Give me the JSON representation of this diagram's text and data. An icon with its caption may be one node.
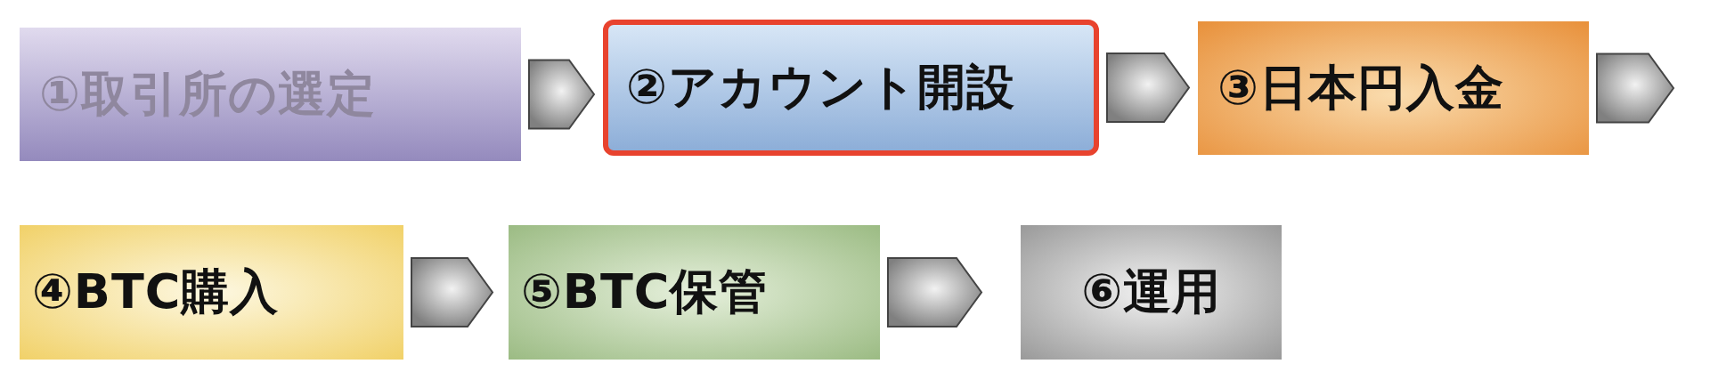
{
  "diagram": {
    "nodes": [
      {
        "text": [
          "①取引所の選定"
        ]
      },
      {
        "text": [
          "②アカウント開設"
        ]
      },
      {
        "text": [
          "③日本円入金"
        ]
      },
      {
        "text": [
          "④BTC購入"
        ]
      },
      {
        "text": [
          "⑤BTC保管"
        ]
      },
      {
        "text": [
          "⑥運用"
        ]
      }
    ],
    "edges": [
      {
        "from": 0,
        "to": 1,
        "arrow": "to"
      },
      {
        "from": 1,
        "to": 2,
        "arrow": "to"
      },
      {
        "from": 2,
        "to": null,
        "arrow": "to"
      },
      {
        "from": 3,
        "to": 4,
        "arrow": "to"
      },
      {
        "from": 4,
        "to": 5,
        "arrow": "to"
      }
    ]
  }
}
